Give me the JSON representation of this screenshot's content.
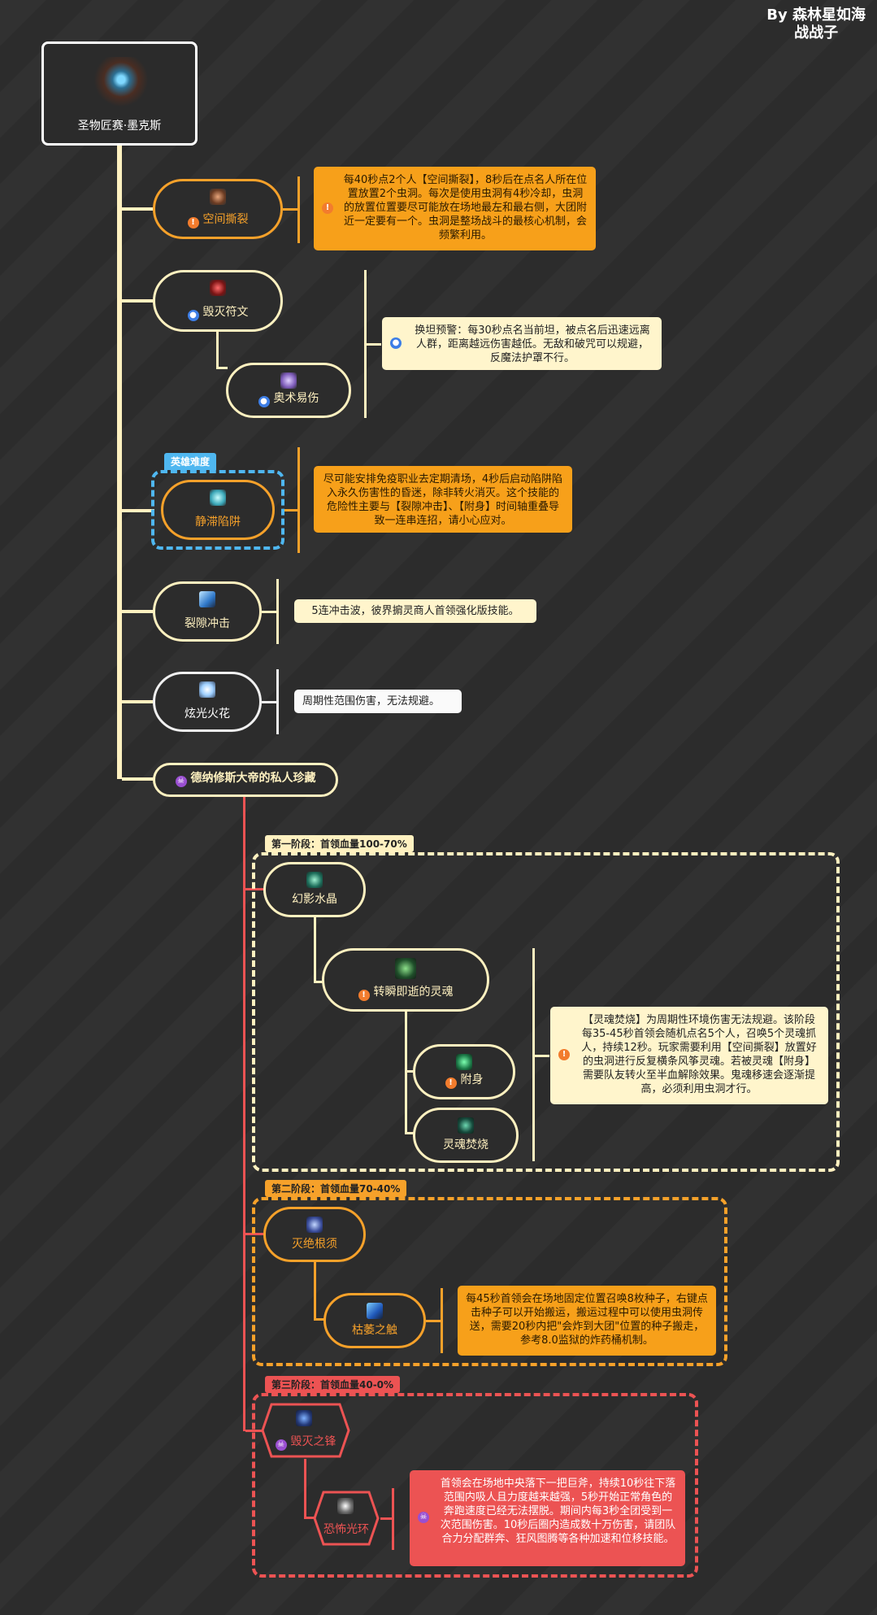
{
  "credit": {
    "line1": "By 森林星如海",
    "line2": "战战子"
  },
  "root": {
    "title": "圣物匠赛·墨克斯"
  },
  "nodes": {
    "kongjian": "空间撕裂",
    "huimie_fuwen": "毁灭符文",
    "aoshu": "奥术易伤",
    "jingzhi": "静滞陷阱",
    "liexi": "裂隙冲击",
    "xuanguang": "炫光火花",
    "denasi": "德纳修斯大帝的私人珍藏",
    "huanying": "幻影水晶",
    "zhuanshun": "转瞬即逝的灵魂",
    "fushen": "附身",
    "linghun": "灵魂焚烧",
    "miejue": "灭绝根须",
    "kuwei": "枯萎之触",
    "huimie_feng": "毁灭之锋",
    "kongbu": "恐怖光环"
  },
  "tags": {
    "hero": "英雄难度",
    "phase1": "第一阶段：首领血量100-70%",
    "phase2": "第二阶段：首领血量70-40%",
    "phase3": "第三阶段：首领血量40-0%"
  },
  "notes": {
    "kongjian": "每40秒点2个人【空间撕裂】，8秒后在点名人所在位置放置2个虫洞。每次是使用虫洞有4秒冷却，虫洞的放置位置要尽可能放在场地最左和最右侧，大团附近一定要有一个。虫洞是整场战斗的最核心机制，会频繁利用。",
    "huimie": "换坦预警：每30秒点名当前坦，被点名后迅速远离人群，距离越远伤害越低。无敌和破咒可以规避，反魔法护罩不行。",
    "jingzhi": "尽可能安排免疫职业去定期清场，4秒后启动陷阱陷入永久伤害性的昏迷，除非转火消灭。这个技能的危险性主要与【裂隙冲击】、【附身】时间轴重叠导致一连串连招，请小心应对。",
    "liexi": "5连冲击波，彼界掮灵商人首领强化版技能。",
    "xuanguang": "周期性范围伤害，无法规避。",
    "phase1": "【灵魂焚烧】为周期性环境伤害无法规避。该阶段每35-45秒首领会随机点名5个人，召唤5个灵魂抓人，持续12秒。玩家需要利用【空间撕裂】放置好的虫洞进行反复横条风筝灵魂。若被灵魂【附身】需要队友转火至半血解除效果。鬼魂移速会逐渐提高，必须利用虫洞才行。",
    "phase2": "每45秒首领会在场地固定位置召唤8枚种子，右键点击种子可以开始搬运，搬运过程中可以使用虫洞传送，需要20秒内把\"会炸到大团\"位置的种子搬走，参考8.0监狱的炸药桶机制。",
    "phase3": "首领会在场地中央落下一把巨斧，持续10秒往下落范围内吸人且力度越来越强，5秒开始正常角色的奔跑速度已经无法摆脱。期间内每3秒全团受到一次范围伤害。10秒后圈内造成数十万伤害，请团队合力分配群奔、狂风图腾等各种加速和位移技能。"
  },
  "colors": {
    "cream": "#fff1c0",
    "orange": "#f6a12a",
    "red": "#ec5353",
    "blue": "#4fb7f0",
    "white": "#f0f0f0"
  },
  "icons": {
    "warn": "!",
    "user": "●",
    "skull": "☠"
  }
}
